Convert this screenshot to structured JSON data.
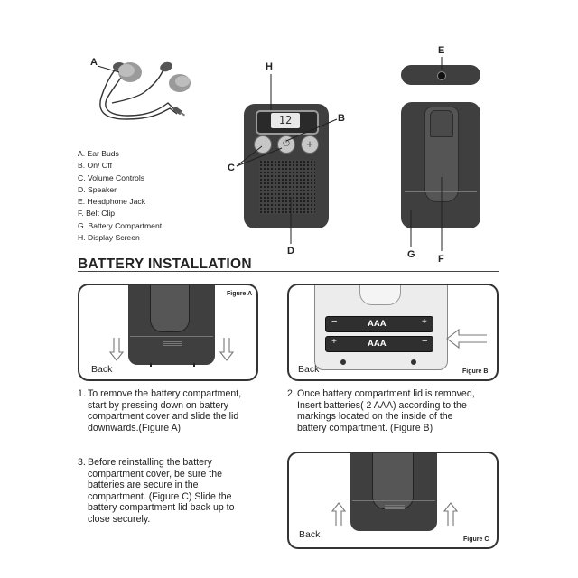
{
  "callouts": {
    "a": "A",
    "b": "B",
    "c": "C",
    "d": "D",
    "e": "E",
    "f": "F",
    "g": "G",
    "h": "H"
  },
  "device": {
    "display_value": "12"
  },
  "legend": [
    "A. Ear Buds",
    "B. On/ Off",
    "C. Volume Controls",
    "D. Speaker",
    "E. Headphone Jack",
    "F. Belt Clip",
    "G. Battery Compartment",
    "H. Display Screen"
  ],
  "section_title": "BATTERY INSTALLATION",
  "figures": {
    "a": {
      "label": "Figure A",
      "back": "Back"
    },
    "b": {
      "label": "Figure B",
      "back": "Back",
      "battery1": "AAA",
      "battery2": "AAA"
    },
    "c": {
      "label": "Figure C",
      "back": "Back"
    }
  },
  "steps": [
    {
      "number": "1.",
      "lines": [
        "To remove the battery compartment,",
        "start by pressing down on battery",
        "compartment cover and slide the lid",
        "downwards.(Figure A)"
      ]
    },
    {
      "number": "2.",
      "lines": [
        "Once battery compartment lid is removed,",
        "Insert batteries( 2 AAA) according to the",
        "markings located on the inside of the",
        "battery compartment.  (Figure B)"
      ]
    },
    {
      "number": "3.",
      "lines": [
        "Before reinstalling the battery",
        "compartment cover, be sure the",
        "batteries are secure in the",
        "compartment.  (Figure C) Slide the",
        "battery compartment lid back up to",
        "close securely."
      ]
    }
  ]
}
